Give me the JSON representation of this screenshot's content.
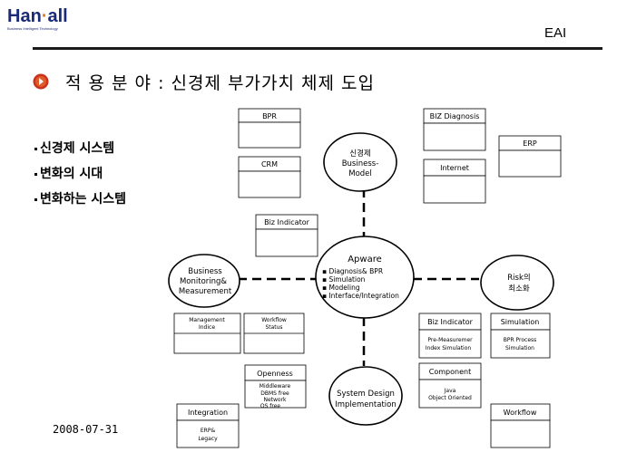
{
  "header": {
    "logo_text_1": "Han",
    "logo_text_2": "all",
    "logo_tagline": "Business Intelligent Technology",
    "section": "EAI"
  },
  "title": "적 용 분 야 : 신경제 부가가치 체제 도입",
  "bullets": [
    "신경제 시스템",
    "변화의 시대",
    "변화하는 시스템"
  ],
  "footer": {
    "date": "2008-07-31"
  },
  "diagram": {
    "left_boxes": {
      "bpr": "BPR",
      "crm": "CRM"
    },
    "right_boxes": {
      "biz_diagnosis": "BIZ Diagnosis",
      "internet": "Internet",
      "erp": "ERP"
    },
    "biz_indicator_top": "Biz Indicator",
    "new_economy": [
      "신경제",
      "Business-",
      "Model"
    ],
    "apware": {
      "title": "Apware",
      "items": [
        "▪ Diagnosis& BPR",
        "▪ Simulation",
        "▪ Modeling",
        "▪ Interface/Integration"
      ]
    },
    "business_monitoring": [
      "Business",
      "Monitoring&",
      "Measurement"
    ],
    "risk": [
      "Risk의",
      "최소화"
    ],
    "system_design": [
      "System Design",
      "Implementation"
    ],
    "management_indice": [
      "Management",
      "Indice"
    ],
    "workflow_status": [
      "Workflow",
      "Status"
    ],
    "openness": {
      "title": "Openness",
      "lines": [
        "Middleware",
        "DBMS free",
        "Network",
        "OS free"
      ]
    },
    "integration": {
      "title": "Integration",
      "lines": [
        "ERP&",
        "Legacy"
      ]
    },
    "biz_indicator_bottom": {
      "title": "Biz Indicator",
      "lines": [
        "Pre-Measuremer",
        "Index Simulation"
      ]
    },
    "simulation": {
      "title": "Simulation",
      "lines": [
        "BPR Process",
        "Simulation"
      ]
    },
    "component": {
      "title": "Component",
      "lines": [
        "Java",
        "Object Oriented"
      ]
    },
    "workflow": "Workflow"
  }
}
